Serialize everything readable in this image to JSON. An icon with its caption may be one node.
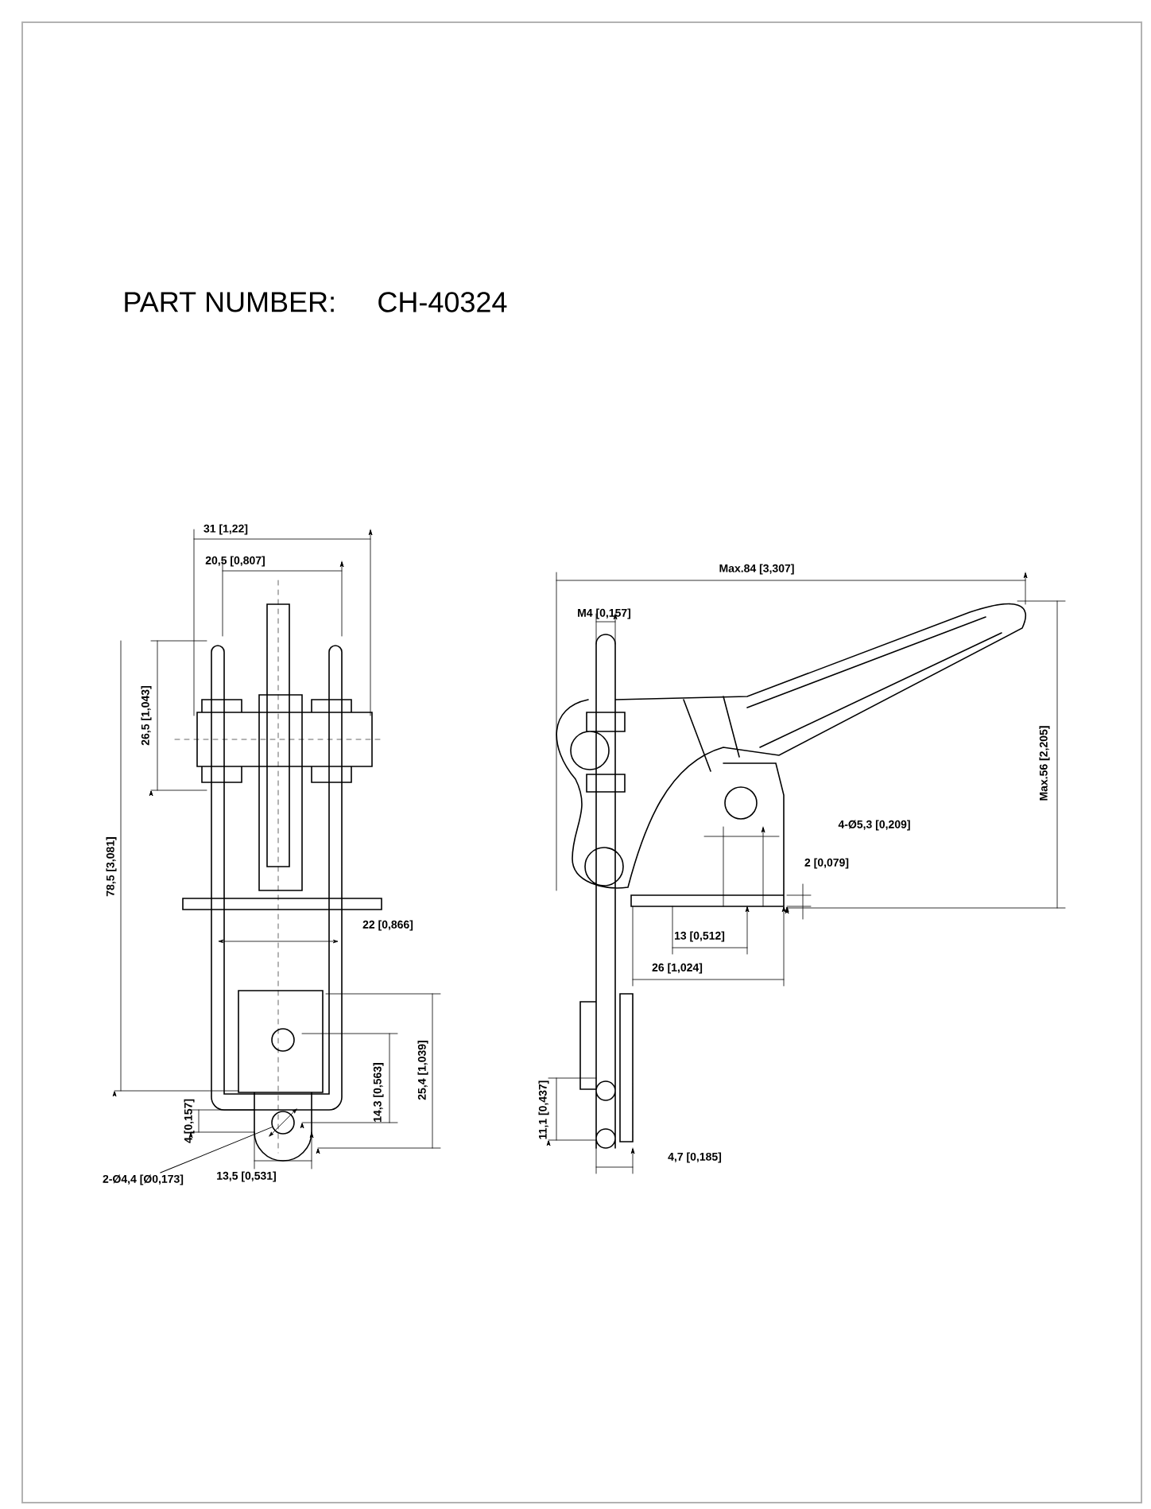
{
  "diagram": {
    "nodes": [
      {
        "text": [
          "2-Ø4,4 [Ø0,173]"
        ]
      },
      {
        "text": [],
        "shape": "circle"
      }
    ],
    "edges": [
      {
        "from": 0,
        "to": 1,
        "arrow": "none"
      }
    ],
    "labels": [
      "PART NUMBER:",
      "CH-40324",
      "31 [1,22]",
      "20,5 [0,807]",
      "26,5 [1,043]",
      "78,5 [3,081]",
      "22 [0,866]",
      "14,3 [0,563]",
      "25,4 [1,039]",
      "4 [0,157]",
      "13,5 [0,531]",
      "Max.84 [3,307]",
      "M4 [0,157]",
      "Max.56 [2,205]",
      "4-Ø5,3 [0,209]",
      "2 [0,079]",
      "13 [0,512]",
      "26 [1,024]",
      "11,1 [0,437]",
      "4,7 [0,185]"
    ]
  }
}
